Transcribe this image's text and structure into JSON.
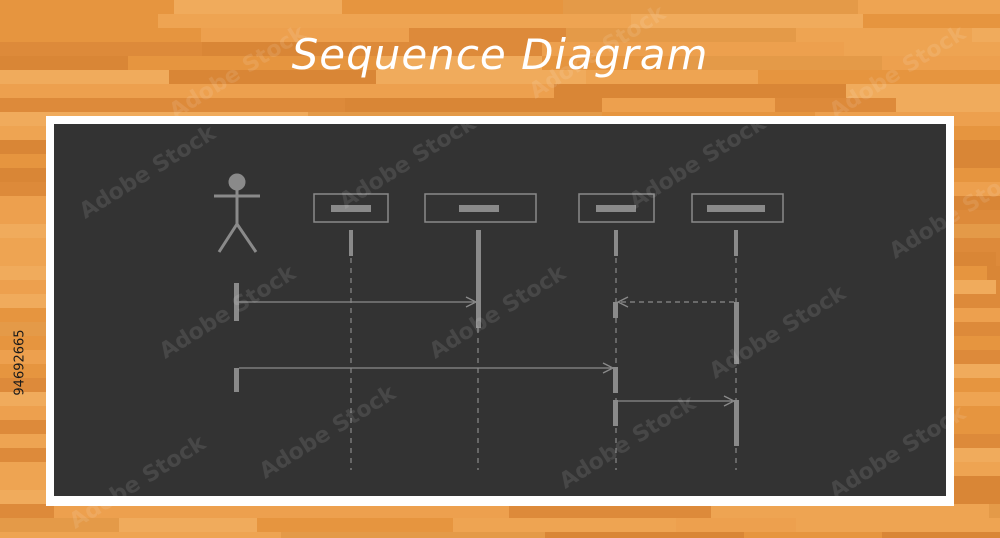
{
  "title": "Sequence Diagram",
  "stock_id": "94692665",
  "watermark": "Adobe Stock",
  "colors": {
    "wood_base": "#e89a4a",
    "board": "#333333",
    "frame": "#ffffff",
    "diagram_lines": "#8a8a8a"
  },
  "actor": {
    "icon": "stick-figure-icon"
  },
  "participants": [
    {
      "id": "p1"
    },
    {
      "id": "p2"
    },
    {
      "id": "p3"
    },
    {
      "id": "p4"
    }
  ],
  "messages": [
    {
      "from": "actor",
      "to": "p2",
      "style": "solid"
    },
    {
      "from": "p4",
      "to": "p3",
      "style": "dashed"
    },
    {
      "from": "actor",
      "to": "p3",
      "style": "solid"
    },
    {
      "from": "p3",
      "to": "p4",
      "style": "solid"
    }
  ]
}
